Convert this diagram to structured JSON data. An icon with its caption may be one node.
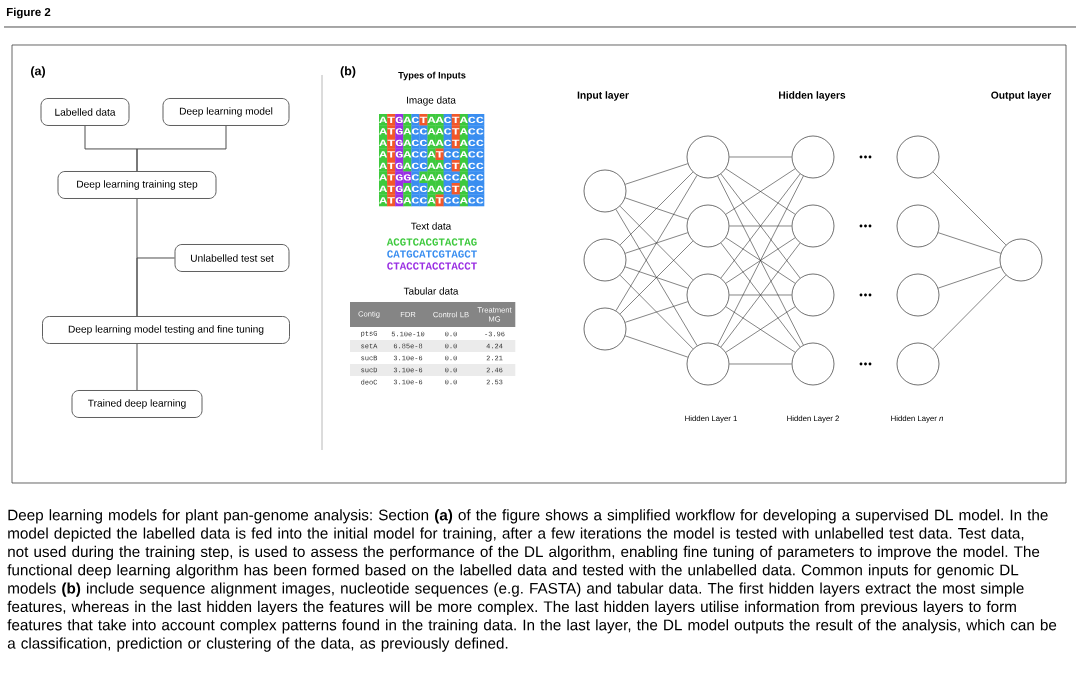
{
  "diagram": {
    "title": "Figure 2",
    "caption": "Deep learning models for plant pan-genome analysis: Section **(a)** of the figure shows a simplified workflow for developing a supervised DL model. In the model depicted the labelled data is fed into the initial model for training, after a few iterations the model is tested with unlabelled test data. Test data, not used during the training step, is used to assess the performance of the DL algorithm, enabling fine tuning of parameters to improve the model. The functional deep learning algorithm has been formed based on the labelled data and tested with the unlabelled data. Common inputs for genomic DL models **(b)** include sequence alignment images, nucleotide sequences (e.g. FASTA) and tabular data. The first hidden layers extract the most simple features, whereas in the last hidden layers the features will be more complex. The last hidden layers utilise information from previous layers to form features that take into account complex patterns found in the training data. In the last layer, the DL model outputs the result of the analysis, which can be a classification, prediction or clustering of the data, as previously defined.",
    "nodes": [
      {
        "text": [
          "Labelled data"
        ]
      },
      {
        "text": [
          "Deep learning model"
        ]
      },
      {
        "text": [
          "Deep learning training step"
        ]
      },
      {
        "text": [
          "Unlabelled test set"
        ]
      },
      {
        "text": [
          "Deep learning model testing and fine tuning"
        ]
      },
      {
        "text": [
          "Trained deep learning"
        ]
      },
      {
        "text": [],
        "shape": "circle"
      },
      {
        "text": [],
        "shape": "circle"
      },
      {
        "text": [],
        "shape": "circle"
      },
      {
        "text": [],
        "shape": "circle"
      },
      {
        "text": [],
        "shape": "circle"
      },
      {
        "text": [],
        "shape": "circle"
      },
      {
        "text": [],
        "shape": "circle"
      },
      {
        "text": [],
        "shape": "circle"
      },
      {
        "text": [],
        "shape": "circle"
      },
      {
        "text": [],
        "shape": "circle"
      },
      {
        "text": [],
        "shape": "circle"
      },
      {
        "text": [],
        "shape": "circle"
      },
      {
        "text": [],
        "shape": "circle"
      },
      {
        "text": [],
        "shape": "circle"
      },
      {
        "text": [],
        "shape": "circle"
      },
      {
        "text": [],
        "shape": "circle"
      }
    ],
    "edges": [
      {
        "from": 0,
        "to": 2,
        "arrow": "none"
      },
      {
        "from": 1,
        "to": 2,
        "arrow": "none"
      },
      {
        "from": 2,
        "to": 4,
        "arrow": "none"
      },
      {
        "from": 3,
        "to": 4,
        "arrow": "none"
      },
      {
        "from": 4,
        "to": 5,
        "arrow": "none"
      },
      {
        "from": 6,
        "to": 9,
        "arrow": "none"
      },
      {
        "from": 6,
        "to": 10,
        "arrow": "none"
      },
      {
        "from": 6,
        "to": 11,
        "arrow": "none"
      },
      {
        "from": 6,
        "to": 12,
        "arrow": "none"
      },
      {
        "from": 7,
        "to": 9,
        "arrow": "none"
      },
      {
        "from": 7,
        "to": 10,
        "arrow": "none"
      },
      {
        "from": 7,
        "to": 11,
        "arrow": "none"
      },
      {
        "from": 7,
        "to": 12,
        "arrow": "none"
      },
      {
        "from": 8,
        "to": 9,
        "arrow": "none"
      },
      {
        "from": 8,
        "to": 10,
        "arrow": "none"
      },
      {
        "from": 8,
        "to": 11,
        "arrow": "none"
      },
      {
        "from": 8,
        "to": 12,
        "arrow": "none"
      },
      {
        "from": 9,
        "to": 13,
        "arrow": "none"
      },
      {
        "from": 9,
        "to": 14,
        "arrow": "none"
      },
      {
        "from": 9,
        "to": 15,
        "arrow": "none"
      },
      {
        "from": 9,
        "to": 16,
        "arrow": "none"
      },
      {
        "from": 10,
        "to": 13,
        "arrow": "none"
      },
      {
        "from": 10,
        "to": 14,
        "arrow": "none"
      },
      {
        "from": 10,
        "to": 15,
        "arrow": "none"
      },
      {
        "from": 10,
        "to": 16,
        "arrow": "none"
      },
      {
        "from": 11,
        "to": 13,
        "arrow": "none"
      },
      {
        "from": 11,
        "to": 14,
        "arrow": "none"
      },
      {
        "from": 11,
        "to": 15,
        "arrow": "none"
      },
      {
        "from": 11,
        "to": 16,
        "arrow": "none"
      },
      {
        "from": 12,
        "to": 13,
        "arrow": "none"
      },
      {
        "from": 12,
        "to": 14,
        "arrow": "none"
      },
      {
        "from": 12,
        "to": 15,
        "arrow": "none"
      },
      {
        "from": 12,
        "to": 16,
        "arrow": "none"
      },
      {
        "from": 17,
        "to": 21,
        "arrow": "none"
      },
      {
        "from": 18,
        "to": 21,
        "arrow": "none"
      },
      {
        "from": 19,
        "to": 21,
        "arrow": "none"
      },
      {
        "from": 20,
        "to": 21,
        "arrow": "none"
      }
    ],
    "labels": [
      "(a)",
      "(b)",
      "Types of Inputs",
      "Image data",
      "ATGACTAACTACC",
      "ATGACCAACTACC",
      "ATGACCAACTACC",
      "ATGACCATCCACC",
      "ATGACCAACTACC",
      "ATGGCAAACCACC",
      "ATGACCAACTACC",
      "ATGACCATCCACC",
      "Text data",
      "ACGTCACGTACTAG",
      "CATGCATCGTAGCT",
      "CTACCTACCTACCT",
      "Tabular data",
      "Contig",
      "FDR",
      "Control LB",
      "Treatment MG",
      "ptsG",
      "5.10e-10",
      "0.0",
      "-3.96",
      "setA",
      "6.85e-8",
      "0.0",
      "4.24",
      "sucB",
      "3.10e-6",
      "0.0",
      "2.21",
      "sucD",
      "3.10e-6",
      "0.0",
      "2.46",
      "deoC",
      "3.10e-6",
      "0.0",
      "2.53",
      "Input layer",
      "Hidden layers",
      "Output layer",
      "Hidden Layer 1",
      "Hidden Layer 2",
      "Hidden Layer *n*"
    ]
  }
}
